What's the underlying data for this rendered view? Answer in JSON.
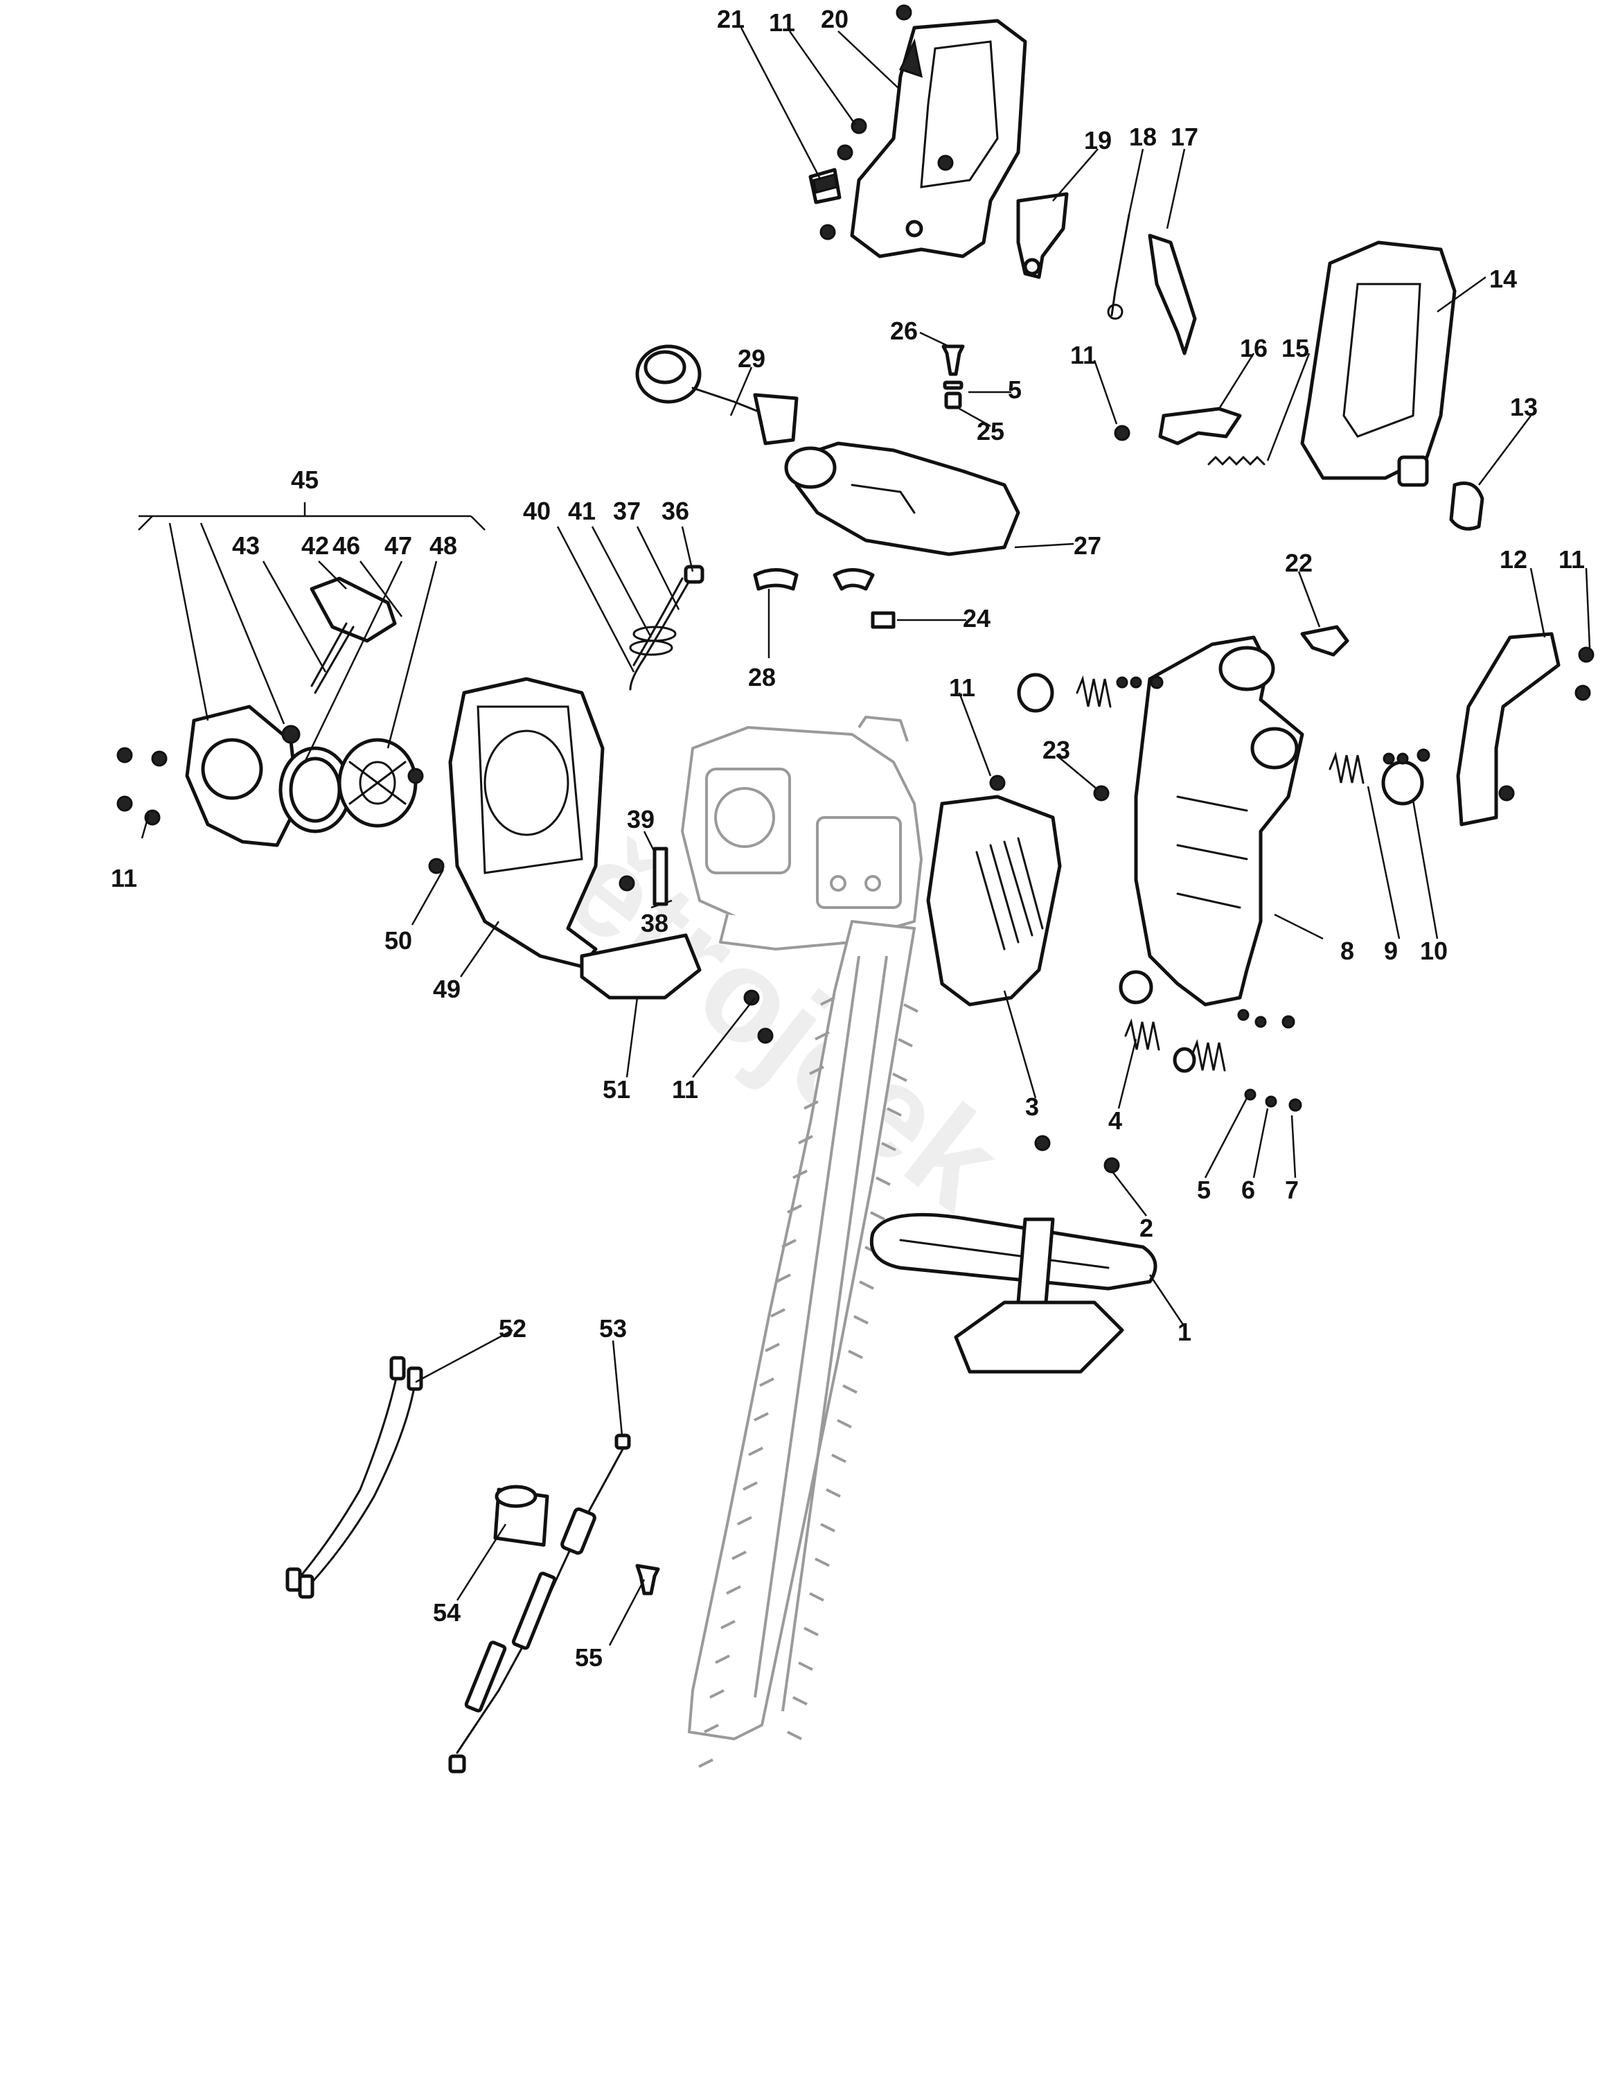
{
  "watermark_text": "Dětrojček",
  "callouts": [
    "1",
    "2",
    "3",
    "4",
    "5",
    "5",
    "6",
    "7",
    "8",
    "9",
    "10",
    "11",
    "11",
    "11",
    "11",
    "11",
    "11",
    "12",
    "13",
    "14",
    "15",
    "16",
    "17",
    "18",
    "19",
    "20",
    "21",
    "22",
    "23",
    "24",
    "25",
    "26",
    "27",
    "28",
    "29",
    "36",
    "37",
    "38",
    "39",
    "40",
    "41",
    "42",
    "43",
    "45",
    "46",
    "47",
    "48",
    "49",
    "50",
    "51",
    "52",
    "53",
    "54",
    "55"
  ]
}
